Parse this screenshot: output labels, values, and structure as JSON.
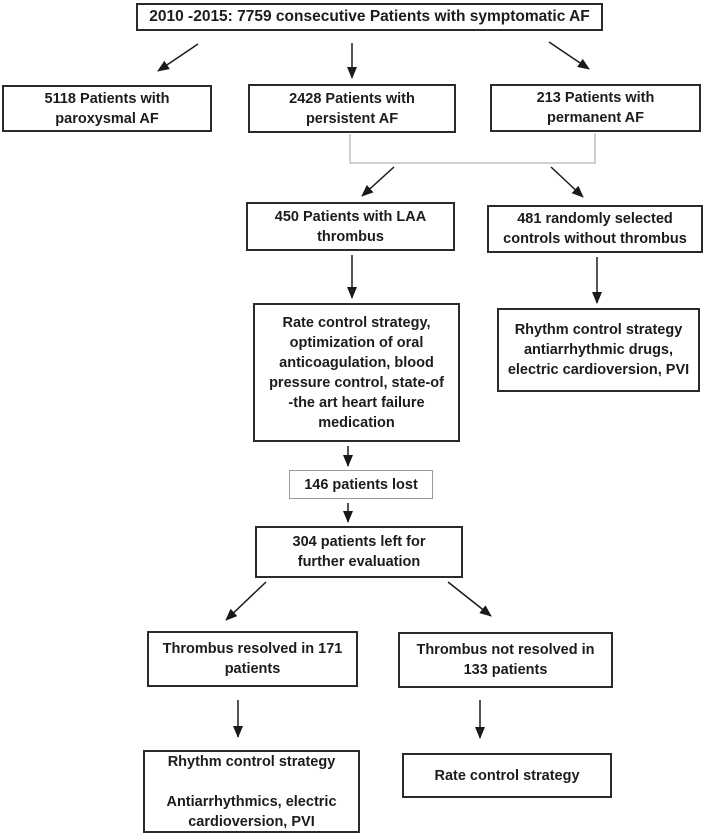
{
  "figure": {
    "type": "flowchart",
    "background": "#ffffff",
    "box_border_color": "#2b2b2b",
    "light_box_border_color": "#9a9a9a",
    "arrow_color": "#1a1a1a",
    "bracket_connector_color": "#b5b5b5",
    "text_color": "#1c1c1c"
  },
  "nodes": {
    "total": "2010 -2015: 7759 consecutive Patients with symptomatic AF",
    "paroxysmal": "5118 Patients with\nparoxysmal AF",
    "persistent": "2428 Patients with\npersistent AF",
    "permanent": "213 Patients with\npermanent AF",
    "laa_thrombus": "450 Patients with LAA\nthrombus",
    "controls": "481 randomly selected\ncontrols without thrombus",
    "rate_control_full": "Rate control strategy,\noptimization of oral\nanticoagulation, blood\npressure control, state-of\n-the art heart failure\nmedication",
    "rhythm_control_controls": "Rhythm control strategy\nantiarrhythmic drugs,\nelectric cardioversion, PVI",
    "patients_lost": "146 patients lost",
    "patients_left": "304 patients left for\nfurther evaluation",
    "thrombus_resolved": "Thrombus resolved in 171\npatients",
    "thrombus_not_resolved": "Thrombus not resolved in\n133 patients",
    "rhythm_control_resolved": "Rhythm control strategy\n\nAntiarrhythmics, electric\ncardioversion, PVI",
    "rate_control_not_resolved": "Rate control strategy"
  }
}
